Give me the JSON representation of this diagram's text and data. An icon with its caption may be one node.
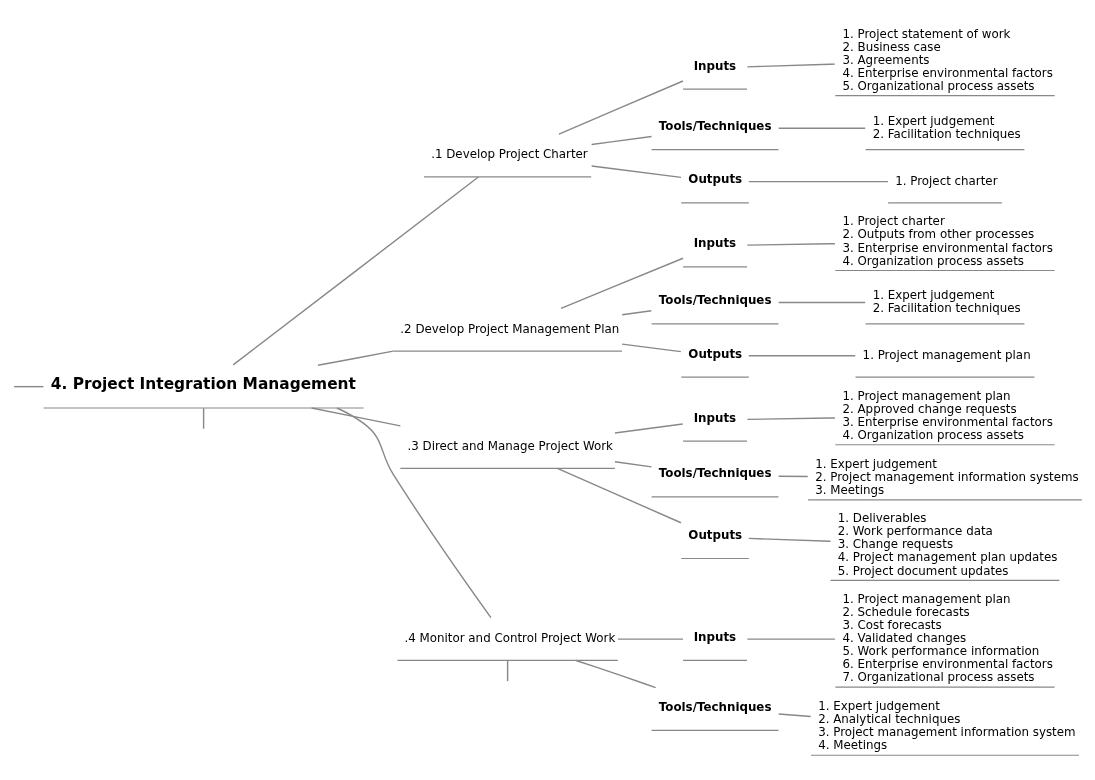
{
  "diagram": {
    "nodes": [
      {
        "text": [
          "4. Project Integration Management"
        ]
      },
      {
        "text": [
          ".1 Develop Project Charter"
        ]
      },
      {
        "text": [
          "Inputs"
        ]
      },
      {
        "text": [
          "1. Project statement of work",
          "2. Business case",
          "3. Agreements",
          "4. Enterprise environmental factors",
          "5. Organizational process assets"
        ]
      },
      {
        "text": [
          "Tools/Techniques"
        ]
      },
      {
        "text": [
          "1. Expert judgement",
          "2. Facilitation techniques"
        ]
      },
      {
        "text": [
          "Outputs"
        ]
      },
      {
        "text": [
          "1. Project charter"
        ]
      },
      {
        "text": [
          ".2 Develop Project Management Plan"
        ]
      },
      {
        "text": [
          "Inputs"
        ]
      },
      {
        "text": [
          "1. Project charter",
          "2. Outputs from other processes",
          "3. Enterprise environmental factors",
          "4. Organization process assets"
        ]
      },
      {
        "text": [
          "Tools/Techniques"
        ]
      },
      {
        "text": [
          "1. Expert judgement",
          "2. Facilitation techniques"
        ]
      },
      {
        "text": [
          "Outputs"
        ]
      },
      {
        "text": [
          "1. Project management plan"
        ]
      },
      {
        "text": [
          ".3 Direct and Manage Project Work"
        ]
      },
      {
        "text": [
          "Inputs"
        ]
      },
      {
        "text": [
          "1. Project management plan",
          "2. Approved change requests",
          "3. Enterprise environmental factors",
          "4. Organization process assets"
        ]
      },
      {
        "text": [
          "Tools/Techniques"
        ]
      },
      {
        "text": [
          "1. Expert judgement",
          "2. Project management information systems",
          "3. Meetings"
        ]
      },
      {
        "text": [
          "Outputs"
        ]
      },
      {
        "text": [
          "1. Deliverables",
          "2. Work performance data",
          "3. Change requests",
          "4. Project management plan updates",
          "5. Project document updates"
        ]
      },
      {
        "text": [
          ".4 Monitor and Control Project Work"
        ]
      },
      {
        "text": [
          "Inputs"
        ]
      },
      {
        "text": [
          "1. Project management plan",
          "2. Schedule forecasts",
          "3. Cost forecasts",
          "4. Validated changes",
          "5. Work performance information",
          "6. Enterprise environmental factors",
          "7. Organizational process assets"
        ]
      },
      {
        "text": [
          "Tools/Techniques"
        ]
      },
      {
        "text": [
          "1. Expert judgement",
          "2. Analytical techniques",
          "3. Project management information system",
          "4. Meetings"
        ]
      }
    ],
    "edges": [
      {
        "from": null,
        "to": 0,
        "arrow": "none"
      },
      {
        "from": 0,
        "to": 1,
        "arrow": "none"
      },
      {
        "from": 1,
        "to": 2,
        "arrow": "none"
      },
      {
        "from": 2,
        "to": 3,
        "arrow": "none"
      },
      {
        "from": 1,
        "to": 4,
        "arrow": "none"
      },
      {
        "from": 4,
        "to": 5,
        "arrow": "none"
      },
      {
        "from": 1,
        "to": 6,
        "arrow": "none"
      },
      {
        "from": 6,
        "to": 7,
        "arrow": "none"
      },
      {
        "from": 0,
        "to": 8,
        "arrow": "none"
      },
      {
        "from": 8,
        "to": 9,
        "arrow": "none"
      },
      {
        "from": 9,
        "to": 10,
        "arrow": "none"
      },
      {
        "from": 8,
        "to": 11,
        "arrow": "none"
      },
      {
        "from": 11,
        "to": 12,
        "arrow": "none"
      },
      {
        "from": 8,
        "to": 13,
        "arrow": "none"
      },
      {
        "from": 13,
        "to": 14,
        "arrow": "none"
      },
      {
        "from": 0,
        "to": 15,
        "arrow": "none"
      },
      {
        "from": 15,
        "to": 16,
        "arrow": "none"
      },
      {
        "from": 16,
        "to": 17,
        "arrow": "none"
      },
      {
        "from": 15,
        "to": 18,
        "arrow": "none"
      },
      {
        "from": 18,
        "to": 19,
        "arrow": "none"
      },
      {
        "from": 15,
        "to": 20,
        "arrow": "none"
      },
      {
        "from": 20,
        "to": 21,
        "arrow": "none"
      },
      {
        "from": 0,
        "to": 22,
        "arrow": "none"
      },
      {
        "from": 22,
        "to": 23,
        "arrow": "none"
      },
      {
        "from": 23,
        "to": 24,
        "arrow": "none"
      },
      {
        "from": 22,
        "to": 25,
        "arrow": "none"
      },
      {
        "from": 25,
        "to": 26,
        "arrow": "none"
      },
      {
        "from": 0,
        "to": null,
        "arrow": "none"
      },
      {
        "from": 22,
        "to": null,
        "arrow": "none"
      }
    ]
  }
}
